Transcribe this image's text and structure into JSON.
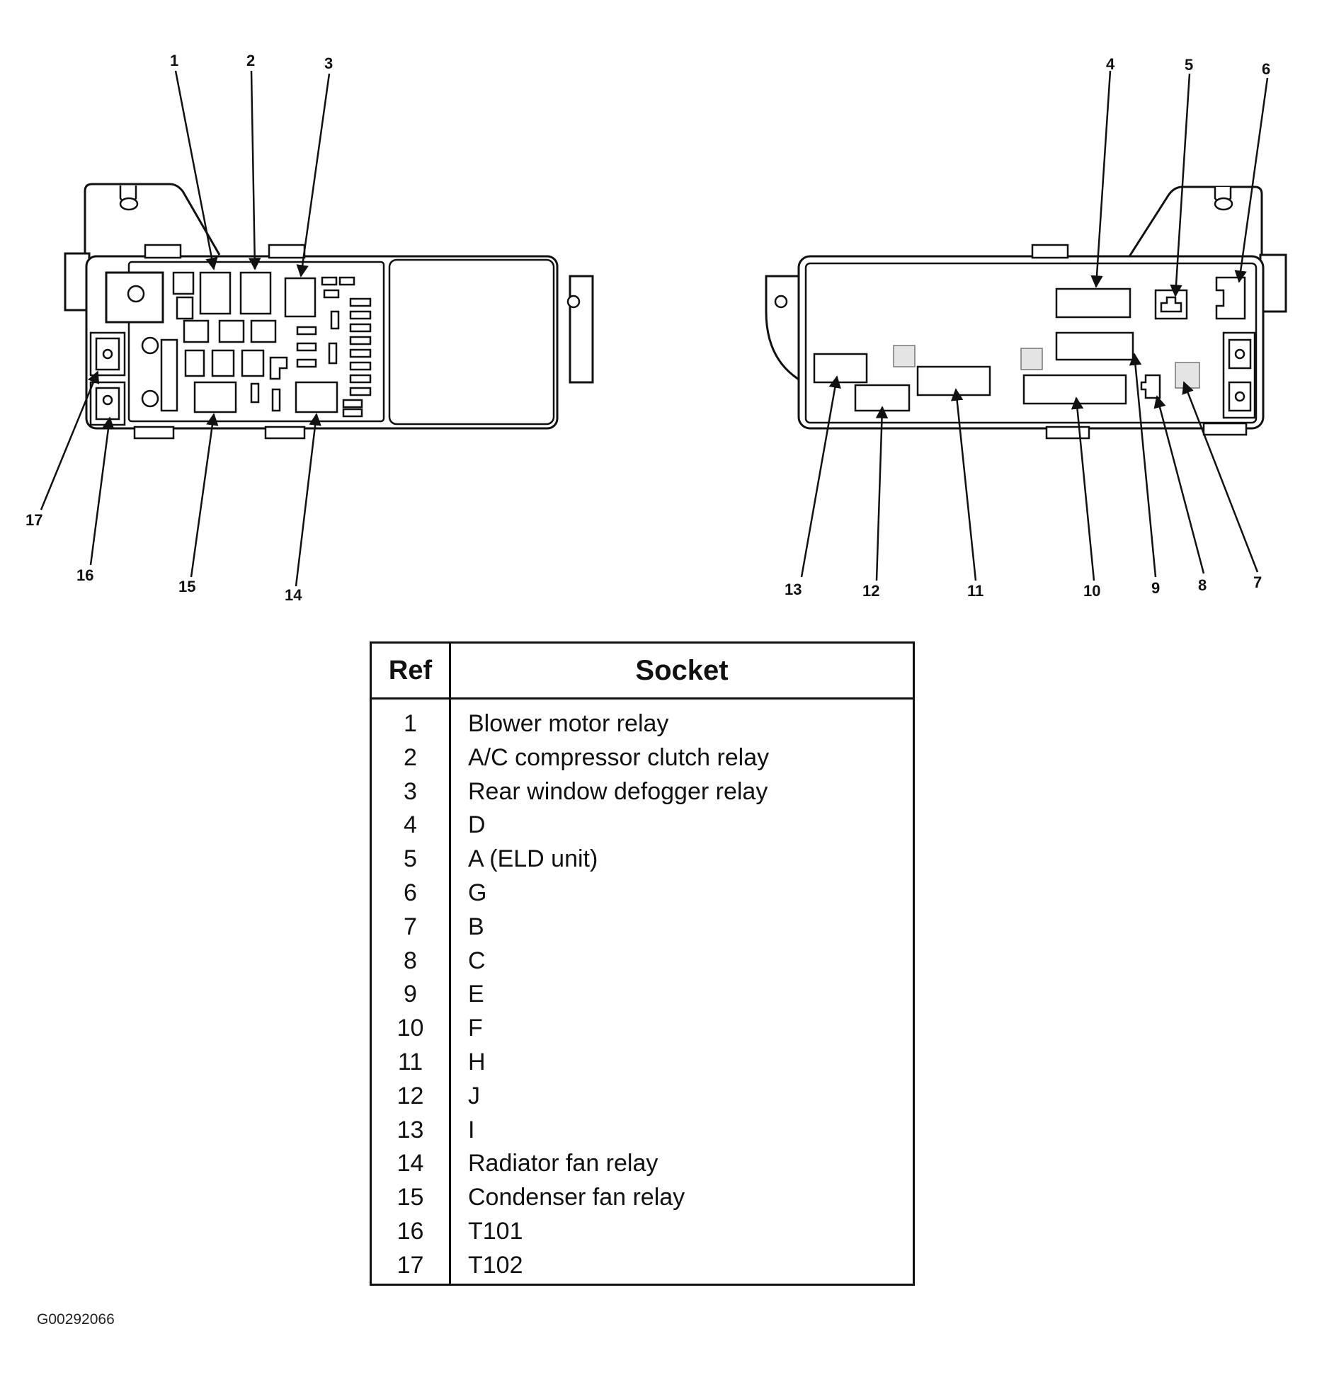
{
  "callouts": {
    "left": [
      "1",
      "2",
      "3",
      "14",
      "15",
      "16",
      "17"
    ],
    "right": [
      "4",
      "5",
      "6",
      "7",
      "8",
      "9",
      "10",
      "11",
      "12",
      "13"
    ]
  },
  "table": {
    "header_ref": "Ref",
    "header_socket": "Socket",
    "rows": [
      {
        "ref": "1",
        "socket": "Blower motor relay"
      },
      {
        "ref": "2",
        "socket": "A/C compressor clutch relay"
      },
      {
        "ref": "3",
        "socket": "Rear window defogger relay"
      },
      {
        "ref": "4",
        "socket": "D"
      },
      {
        "ref": "5",
        "socket": "A (ELD unit)"
      },
      {
        "ref": "6",
        "socket": "G"
      },
      {
        "ref": "7",
        "socket": "B"
      },
      {
        "ref": "8",
        "socket": "C"
      },
      {
        "ref": "9",
        "socket": "E"
      },
      {
        "ref": "10",
        "socket": "F"
      },
      {
        "ref": "11",
        "socket": "H"
      },
      {
        "ref": "12",
        "socket": "J"
      },
      {
        "ref": "13",
        "socket": "I"
      },
      {
        "ref": "14",
        "socket": "Radiator fan relay"
      },
      {
        "ref": "15",
        "socket": "Condenser fan relay"
      },
      {
        "ref": "16",
        "socket": "T101"
      },
      {
        "ref": "17",
        "socket": "T102"
      }
    ]
  },
  "figure_id": "G00292066"
}
